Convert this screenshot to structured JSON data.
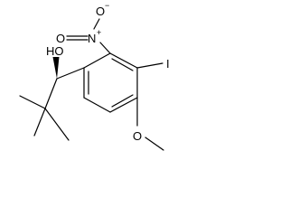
{
  "atoms": {
    "hydroxyl": "HO",
    "nitro_nitrogen": "N",
    "nitro_plus": "+",
    "nitro_oxygen_top": "O",
    "nitro_minus": "−",
    "nitro_oxygen_left": "O",
    "iodine": "I",
    "ether_oxygen": "O"
  },
  "colors": {
    "bond": "#000000",
    "background": "#ffffff"
  },
  "stereo": {
    "carbinol_to_oh": "wedge"
  }
}
